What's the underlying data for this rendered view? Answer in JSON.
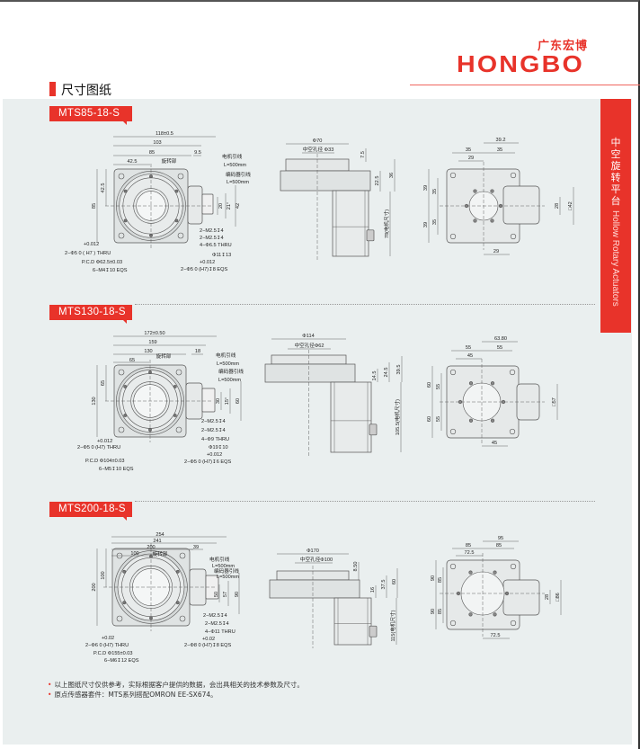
{
  "header": {
    "logo_cn": "广东宏博",
    "logo_en": "HONGBO",
    "section_title": "尺寸图纸"
  },
  "side_tab": {
    "cn": "中空旋转平台",
    "en": "Hollow Rotary Actuators"
  },
  "colors": {
    "accent": "#e8332a",
    "panel": "#eaefef",
    "line": "#555555"
  },
  "models": [
    {
      "name": "MTS85-18-S",
      "top": {
        "dims": [
          "118±0.5",
          "103",
          "85",
          "9.5",
          "42.5",
          "85",
          "42.5",
          "20",
          "21°",
          "42"
        ],
        "labels": [
          "旋转部",
          "电机引线",
          "L=500mm",
          "编码器引线",
          "L=500mm"
        ],
        "callouts_right": [
          "2−M2.5↧4",
          "2−M2.5↧4",
          "4−Φ6.5 THRU",
          "Φ11↧13",
          "+0.012",
          "2−Φ5   0   (H7)↧8 EQS"
        ],
        "callouts_left": [
          "+0.012",
          "2−Φ5   0  ( H7 ) THRU",
          "P.C.D   Φ62.5±0.03",
          "6−M4↧10 EQS"
        ]
      },
      "side": {
        "dims": [
          "Φ70",
          "中空孔径 Φ33",
          "7.5",
          "22.5",
          "36",
          "78(电机尺寸)"
        ]
      },
      "bottom": {
        "dims": [
          "39.2",
          "35",
          "35",
          "29",
          "39",
          "35",
          "39",
          "35",
          "29",
          "28",
          "□42"
        ]
      }
    },
    {
      "name": "MTS130-18-S",
      "top": {
        "dims": [
          "172±0.50",
          "159",
          "130",
          "18",
          "65",
          "130",
          "65",
          "30",
          "15°",
          "60"
        ],
        "labels": [
          "旋转部",
          "电机引线",
          "L=500mm",
          "编码器引线",
          "L=500mm"
        ],
        "callouts_right": [
          "2−M2.5↧4",
          "2−M2.5↧4",
          "4−Φ9 THRU",
          "Φ19↧10",
          "+0.012",
          "2−Φ5   0   (H7)↧6 EQS"
        ],
        "callouts_left": [
          "+0.012",
          "2−Φ5   0  (H7) THRU",
          "P.C.D  Φ104±0.03",
          "6−M5↧10 EQS"
        ]
      },
      "side": {
        "dims": [
          "Φ114",
          "中空孔径Φ62",
          "14.5",
          "24.5",
          "39.5",
          "105.5(电机尺寸)"
        ]
      },
      "bottom": {
        "dims": [
          "63.80",
          "55",
          "55",
          "45",
          "60",
          "55",
          "60",
          "55",
          "45",
          "□57"
        ]
      }
    },
    {
      "name": "MTS200-18-S",
      "top": {
        "dims": [
          "254",
          "241",
          "200",
          "39",
          "100",
          "200",
          "100",
          "50",
          "57",
          "90"
        ],
        "labels": [
          "旋转部",
          "电机引线",
          "L=500mm",
          "编码器引线",
          "L=500mm"
        ],
        "callouts_right": [
          "2−M2.5↧4",
          "2−M2.5↧4",
          "4−Φ11 THRU",
          "+0.02",
          "2−Φ8   0  (H7)↧8 EQS"
        ],
        "callouts_left": [
          "+0.02",
          "2−Φ6   0 (H7) THRU",
          "P.C.D  Φ155±0.03",
          "6−M6↧12 EQS"
        ]
      },
      "side": {
        "dims": [
          "Φ170",
          "中空孔径Φ100",
          "8.50",
          "16",
          "37.5",
          "60",
          "115(电机尺寸)"
        ]
      },
      "bottom": {
        "dims": [
          "95",
          "85",
          "85",
          "72.5",
          "90",
          "85",
          "90",
          "85",
          "72.5",
          "28",
          "□86"
        ]
      }
    }
  ],
  "notes": [
    "以上图纸尺寸仅供参考，实际根据客户提供的数据，会出具相关的技术参数及尺寸。",
    "原点传感器套件：MTS系列搭配OMRON EE-SX674。"
  ],
  "bullet": "•"
}
